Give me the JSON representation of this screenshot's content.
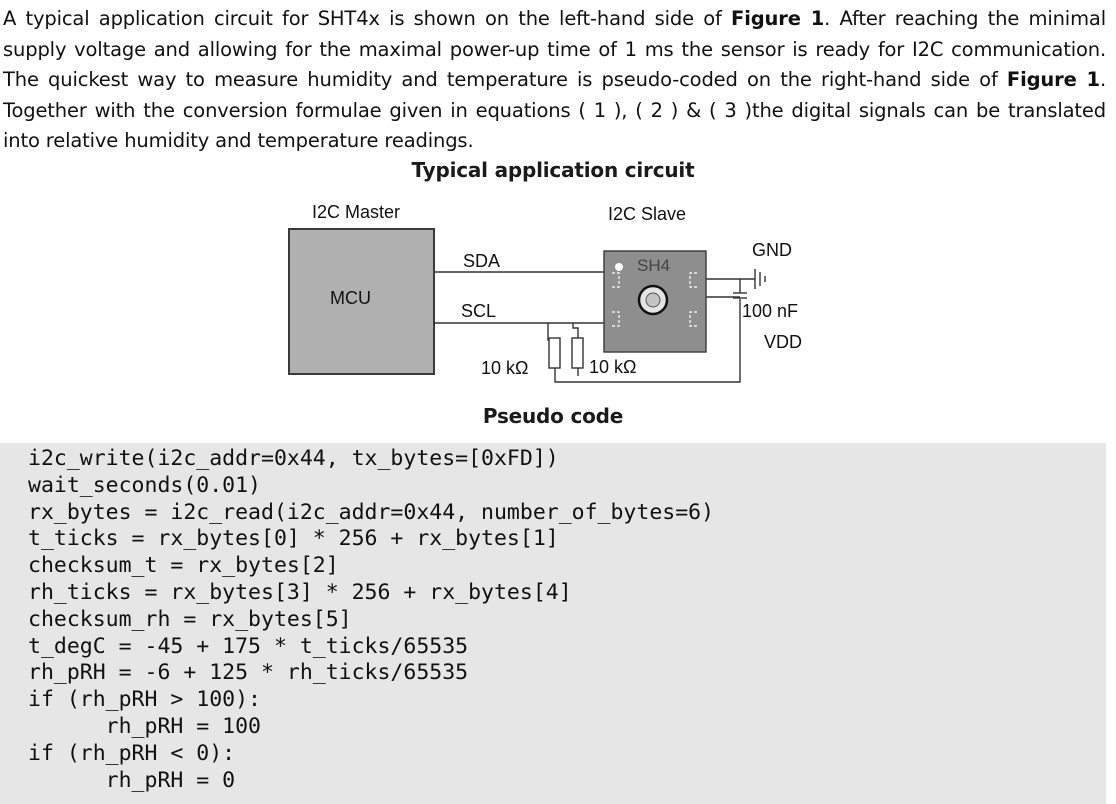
{
  "intro": {
    "p1": "A typical application circuit for SHT4x is shown on the left-hand side of ",
    "fig_ref_1": "Figure 1",
    "p2": ". After reaching the minimal supply voltage and allowing for the maximal power-up time of 1 ms the sensor is ready for I2C communication. The quickest way to measure humidity and temperature is pseudo-coded on the right-hand side of ",
    "fig_ref_2": "Figure 1",
    "p3": ". Together with the conversion formulae given in equations ( 1 ), ( 2 ) & ( 3 )the digital signals can be translated into relative humidity and temperature readings."
  },
  "circuit": {
    "caption": "Typical application circuit",
    "master_label": "I2C Master",
    "slave_label": "I2C Slave",
    "mcu_label": "MCU",
    "sda_label": "SDA",
    "scl_label": "SCL",
    "sensor_label": "SH4",
    "gnd_label": "GND",
    "cap_label": "100 nF",
    "vdd_label": "VDD",
    "resistor_1_label": "10 kΩ",
    "resistor_2_label": "10 kΩ",
    "colors": {
      "mcu_fill": "#b0b0b0",
      "sensor_fill": "#8e8e8e",
      "wire": "#333333"
    }
  },
  "pseudo_code": {
    "caption": "Pseudo code",
    "lines": [
      "i2c_write(i2c_addr=0x44, tx_bytes=[0xFD])",
      "wait_seconds(0.01)",
      "rx_bytes = i2c_read(i2c_addr=0x44, number_of_bytes=6)",
      "t_ticks = rx_bytes[0] * 256 + rx_bytes[1]",
      "checksum_t = rx_bytes[2]",
      "rh_ticks = rx_bytes[3] * 256 + rx_bytes[4]",
      "checksum_rh = rx_bytes[5]",
      "t_degC = -45 + 175 * t_ticks/65535",
      "rh_pRH = -6 + 125 * rh_ticks/65535",
      "if (rh_pRH > 100):",
      "      rh_pRH = 100",
      "if (rh_pRH < 0):",
      "      rh_pRH = 0"
    ]
  }
}
